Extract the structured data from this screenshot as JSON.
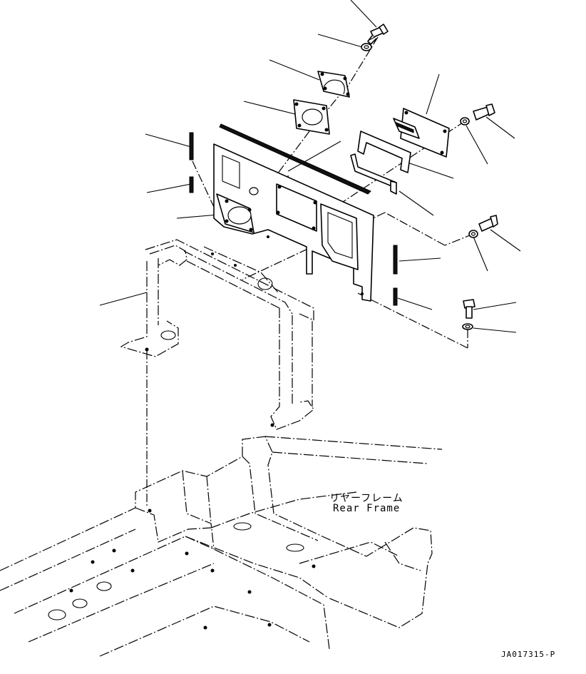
{
  "rear_frame_label": {
    "japanese": "リヤーフレーム",
    "english": "Rear Frame"
  },
  "figure_id": "JA017315-P",
  "icons": [
    "bolt-icon",
    "washer-icon",
    "bracket-icon",
    "plate-icon",
    "cover-panel-icon",
    "pin-icon",
    "frame-icon"
  ]
}
